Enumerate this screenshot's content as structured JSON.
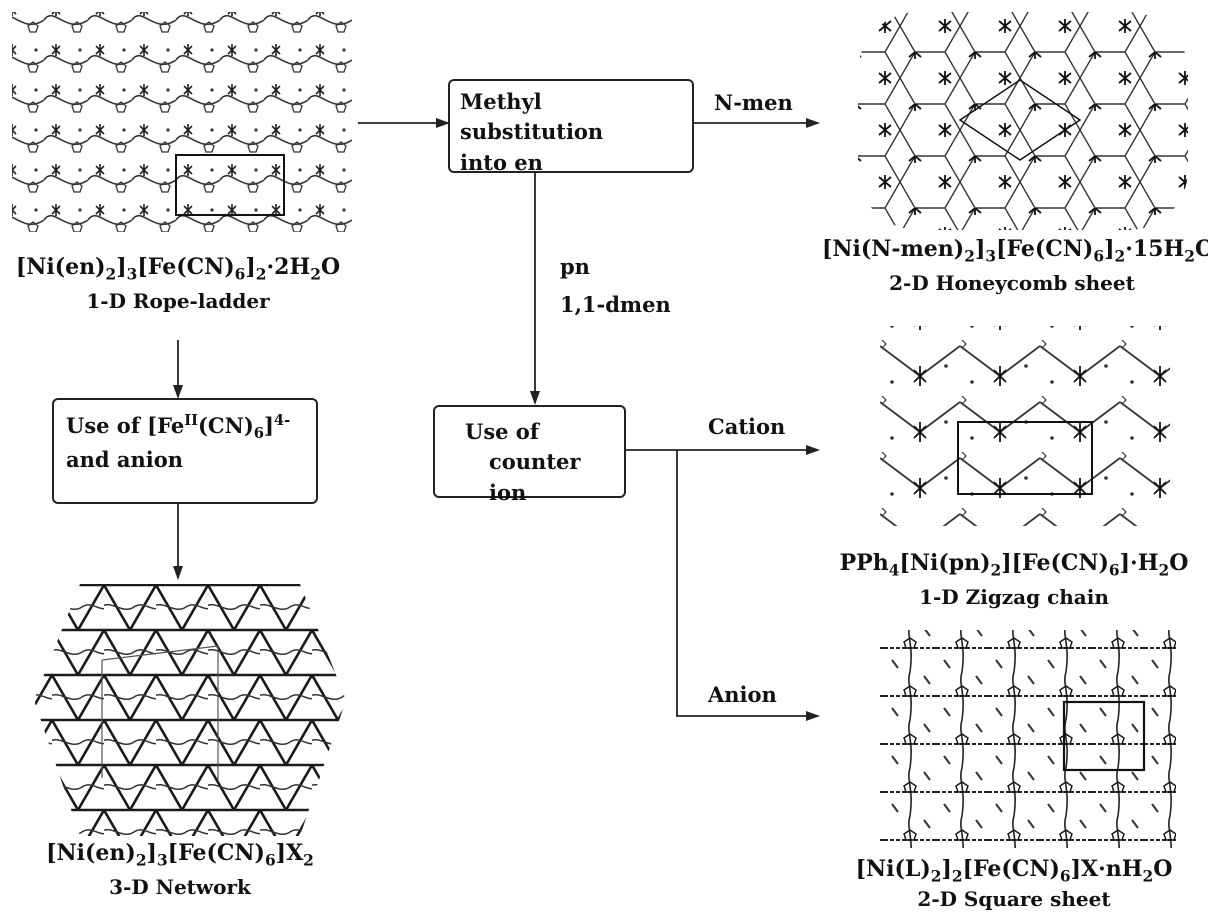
{
  "boxes": {
    "methyl_line1": "Methyl substitution",
    "methyl_line2": "into en",
    "useof_fe": {
      "pre": "Use of [Fe",
      "sup1": "II",
      "mid": "(CN)",
      "sub6": "6",
      "post": "]",
      "sup2": "4-",
      "line2": "and anion"
    },
    "counter_line1": "Use of",
    "counter_line2": "counter ion"
  },
  "arrow_labels": {
    "n_men": "N-men",
    "pn": "pn",
    "dmen": "1,1-dmen",
    "cation": "Cation",
    "anion": "Anion"
  },
  "structures": {
    "rope": {
      "f": [
        "[Ni(en)",
        "2",
        "]",
        "3",
        "[Fe(CN)",
        "6",
        "]",
        "2",
        "·2H",
        "2",
        "O"
      ],
      "name": "1-D Rope-ladder"
    },
    "honey": {
      "f": [
        "[Ni(N-men)",
        "2",
        "]",
        "3",
        "[Fe(CN)",
        "6",
        "]",
        "2",
        "·15H",
        "2",
        "O"
      ],
      "name": "2-D Honeycomb sheet"
    },
    "zigzag": {
      "f": [
        "PPh",
        "4",
        "[Ni(pn)",
        "2",
        "][Fe(CN)",
        "6",
        "]·H",
        "2",
        "O"
      ],
      "name": "1-D Zigzag chain"
    },
    "network": {
      "f": [
        "[Ni(en)",
        "2",
        "]",
        "3",
        "[Fe(CN)",
        "6",
        "]X",
        "2"
      ],
      "name": "3-D Network"
    },
    "square": {
      "f": [
        "[Ni(L)",
        "2",
        "]",
        "2",
        "[Fe(CN)",
        "6",
        "]X·nH",
        "2",
        "O"
      ],
      "name": "2-D Square sheet"
    }
  }
}
